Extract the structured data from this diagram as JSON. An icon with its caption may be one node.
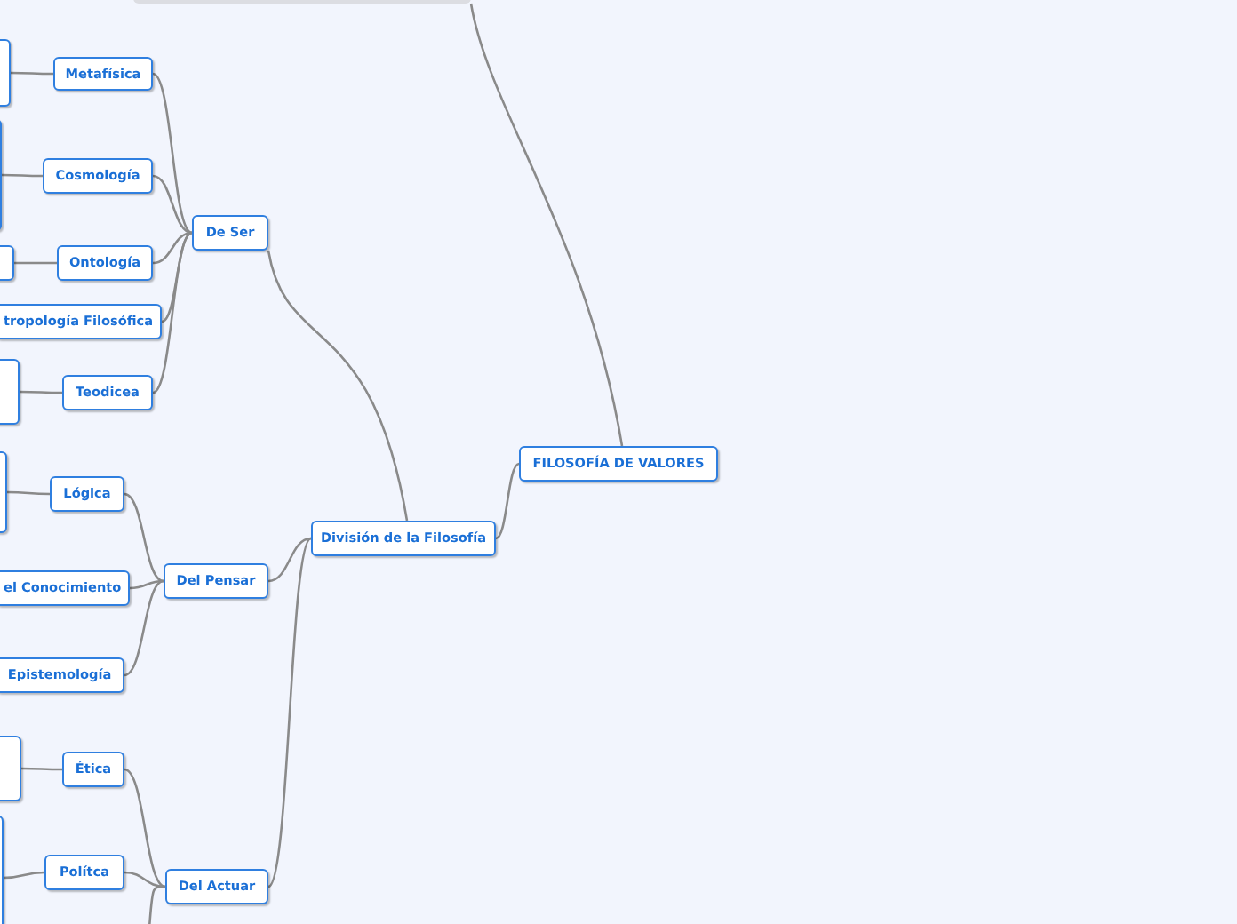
{
  "diagram": {
    "nodes": [
      {
        "text": [],
        "shape": "box"
      },
      {
        "text": [
          "FILOSOFÍA DE VALORES"
        ]
      },
      {
        "text": [
          "División de la Filosofía"
        ]
      },
      {
        "text": [
          "De Ser"
        ]
      },
      {
        "text": [],
        "shape": "box"
      },
      {
        "text": [
          "Metafísica"
        ]
      },
      {
        "text": [],
        "shape": "box"
      },
      {
        "text": [
          "Cosmología"
        ]
      },
      {
        "text": [],
        "shape": "box"
      },
      {
        "text": [
          "Ontología"
        ]
      },
      {
        "text": [
          "tropología Filosófica"
        ]
      },
      {
        "text": [],
        "shape": "box"
      },
      {
        "text": [
          "Teodicea"
        ]
      },
      {
        "text": [
          "Del Pensar"
        ]
      },
      {
        "text": [],
        "shape": "box"
      },
      {
        "text": [
          "Lógica"
        ]
      },
      {
        "text": [
          "el Conocimiento"
        ]
      },
      {
        "text": [
          "Epistemología"
        ]
      },
      {
        "text": [
          "Del Actuar"
        ]
      },
      {
        "text": [],
        "shape": "box"
      },
      {
        "text": [
          "Ética"
        ]
      },
      {
        "text": [],
        "shape": "box"
      },
      {
        "text": [
          "Polítca"
        ]
      }
    ],
    "edges": [
      {
        "from": 1,
        "to": 0,
        "arrow": "none"
      },
      {
        "from": 1,
        "to": 2,
        "arrow": "none"
      },
      {
        "from": 2,
        "to": 3,
        "arrow": "none"
      },
      {
        "from": 2,
        "to": 13,
        "arrow": "none"
      },
      {
        "from": 2,
        "to": 18,
        "arrow": "none"
      },
      {
        "from": 3,
        "to": 5,
        "arrow": "none"
      },
      {
        "from": 3,
        "to": 7,
        "arrow": "none"
      },
      {
        "from": 3,
        "to": 9,
        "arrow": "none"
      },
      {
        "from": 3,
        "to": 10,
        "arrow": "none"
      },
      {
        "from": 3,
        "to": 12,
        "arrow": "none"
      },
      {
        "from": 5,
        "to": 4,
        "arrow": "none"
      },
      {
        "from": 7,
        "to": 6,
        "arrow": "none"
      },
      {
        "from": 9,
        "to": 8,
        "arrow": "none"
      },
      {
        "from": 12,
        "to": 11,
        "arrow": "none"
      },
      {
        "from": 13,
        "to": 15,
        "arrow": "none"
      },
      {
        "from": 13,
        "to": 16,
        "arrow": "none"
      },
      {
        "from": 13,
        "to": 17,
        "arrow": "none"
      },
      {
        "from": 15,
        "to": 14,
        "arrow": "none"
      },
      {
        "from": 18,
        "to": 20,
        "arrow": "none"
      },
      {
        "from": 18,
        "to": 22,
        "arrow": "none"
      },
      {
        "from": 20,
        "to": 19,
        "arrow": "none"
      },
      {
        "from": 22,
        "to": 21,
        "arrow": "none"
      },
      {
        "from": 18,
        "to": null,
        "arrow": "none"
      }
    ]
  }
}
